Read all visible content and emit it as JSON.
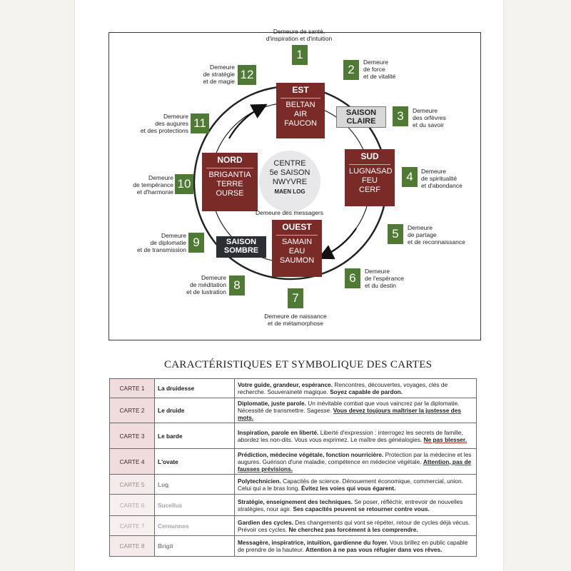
{
  "houses": [
    {
      "num": "1",
      "label": [
        "Demeure de santé,",
        "d'inspiration et d'intuition"
      ]
    },
    {
      "num": "2",
      "label": [
        "Demeure",
        "de force",
        "et de vitalité"
      ]
    },
    {
      "num": "3",
      "label": [
        "Demeure",
        "des orfèvres",
        "et du savoir"
      ]
    },
    {
      "num": "4",
      "label": [
        "Demeure",
        "de spiritualité",
        "et d'abondance"
      ]
    },
    {
      "num": "5",
      "label": [
        "Demeure",
        "de partage",
        "et de reconnaissance"
      ]
    },
    {
      "num": "6",
      "label": [
        "Demeure",
        "de l'espérance",
        "et du destin"
      ]
    },
    {
      "num": "7",
      "label": [
        "Demeure de naissance",
        "et de métamorphose"
      ]
    },
    {
      "num": "8",
      "label": [
        "Demeure",
        "de méditation",
        "et de lustration"
      ]
    },
    {
      "num": "9",
      "label": [
        "Demeure",
        "de diplomatie",
        "et de transmission"
      ]
    },
    {
      "num": "10",
      "label": [
        "Demeure",
        "de tempérance",
        "et d'harmonie"
      ]
    },
    {
      "num": "11",
      "label": [
        "Demeure",
        "des augures",
        "et des protections"
      ]
    },
    {
      "num": "12",
      "label": [
        "Demeure",
        "de stratégie",
        "et de magie"
      ]
    }
  ],
  "directions": {
    "est": {
      "title": "EST",
      "l1": "BELTAN",
      "l2": "AIR",
      "l3": "FAUCON"
    },
    "sud": {
      "title": "SUD",
      "l1": "LUGNASAD",
      "l2": "FEU",
      "l3": "CERF"
    },
    "ouest": {
      "title": "OUEST",
      "l1": "SAMAIN",
      "l2": "EAU",
      "l3": "SAUMON"
    },
    "nord": {
      "title": "NORD",
      "l1": "BRIGANTIA",
      "l2": "TERRE",
      "l3": "OURSE"
    }
  },
  "seasons": {
    "claire": [
      "SAISON",
      "CLAIRE"
    ],
    "sombre": [
      "SAISON",
      "SOMBRE"
    ]
  },
  "centre": {
    "l1": "CENTRE",
    "l2": "5e SAISON",
    "l3": "NWYVRE",
    "l4": "MAEN LOG"
  },
  "messengers_label": "Demeure des messagers",
  "section_title": "CARACTÉRISTIQUES ET SYMBOLIQUE DES CARTES",
  "cards": [
    {
      "num": "CARTE 1",
      "name": "La druidesse",
      "b1": "Votre guide, grandeur, espérance.",
      "t1": " Rencontres, découvertes, voyages, clés de recherche. Souveraineté magique. ",
      "b2": "Soyez capable de pardon."
    },
    {
      "num": "CARTE 2",
      "name": "Le druide",
      "b1": "Diplomatie, juste parole.",
      "t1": " Un inévitable combat que vous vaincrez par la diplomatie. Nécessité de transmettre. Sagesse. ",
      "b2": "Vous devez toujours maîtriser la justesse des mots."
    },
    {
      "num": "CARTE 3",
      "name": "Le barde",
      "b1": "Inspiration, parole en liberté.",
      "t1": " Liberté d'expression : interrogez les secrets de famille, abordez les non-dits. Vous vous exprimez. Le maître des généalogies. ",
      "b2": "Ne pas blesser."
    },
    {
      "num": "CARTE 4",
      "name": "L'ovate",
      "b1": "Prédiction, médecine végétale, fonction nourricière.",
      "t1": " Protection par la médecine et les augures. Guérison d'une maladie, compétence en médecine végétale. ",
      "b2": "Attention, pas de fausses prévisions."
    },
    {
      "num": "CARTE 5",
      "name": "Lug",
      "b1": "Polytechnicien.",
      "t1": " Capacités de science. Dénouement économique, commercial, union. Celui qui a le bras long. ",
      "b2": "Évitez les voies qui vous égarent."
    },
    {
      "num": "CARTE 6",
      "name": "Sucellus",
      "b1": "Stratégie, enseignement des techniques.",
      "t1": " Se poser, réfléchir, entrevoir de nouvelles stratégies, nour agir. ",
      "b2": "Ses capacités peuvent se retourner contre vous."
    },
    {
      "num": "CARTE 7",
      "name": "Cernunnos",
      "b1": "Gardien des cycles.",
      "t1": " Des changements qui vont se répéter, retour de cycles déjà vécus. Prévoir ces cycles. ",
      "b2": "Ne cherchez pas forcément à les comprendre."
    },
    {
      "num": "CARTE 8",
      "name": "Brigit",
      "b1": "Messagère, inspiratrice, intuition, gardienne du foyer.",
      "t1": " Vous brillez en public capable de prendre de la hauteur. ",
      "b2": "Attention à ne pas vous réfugier dans vos rêves."
    }
  ]
}
